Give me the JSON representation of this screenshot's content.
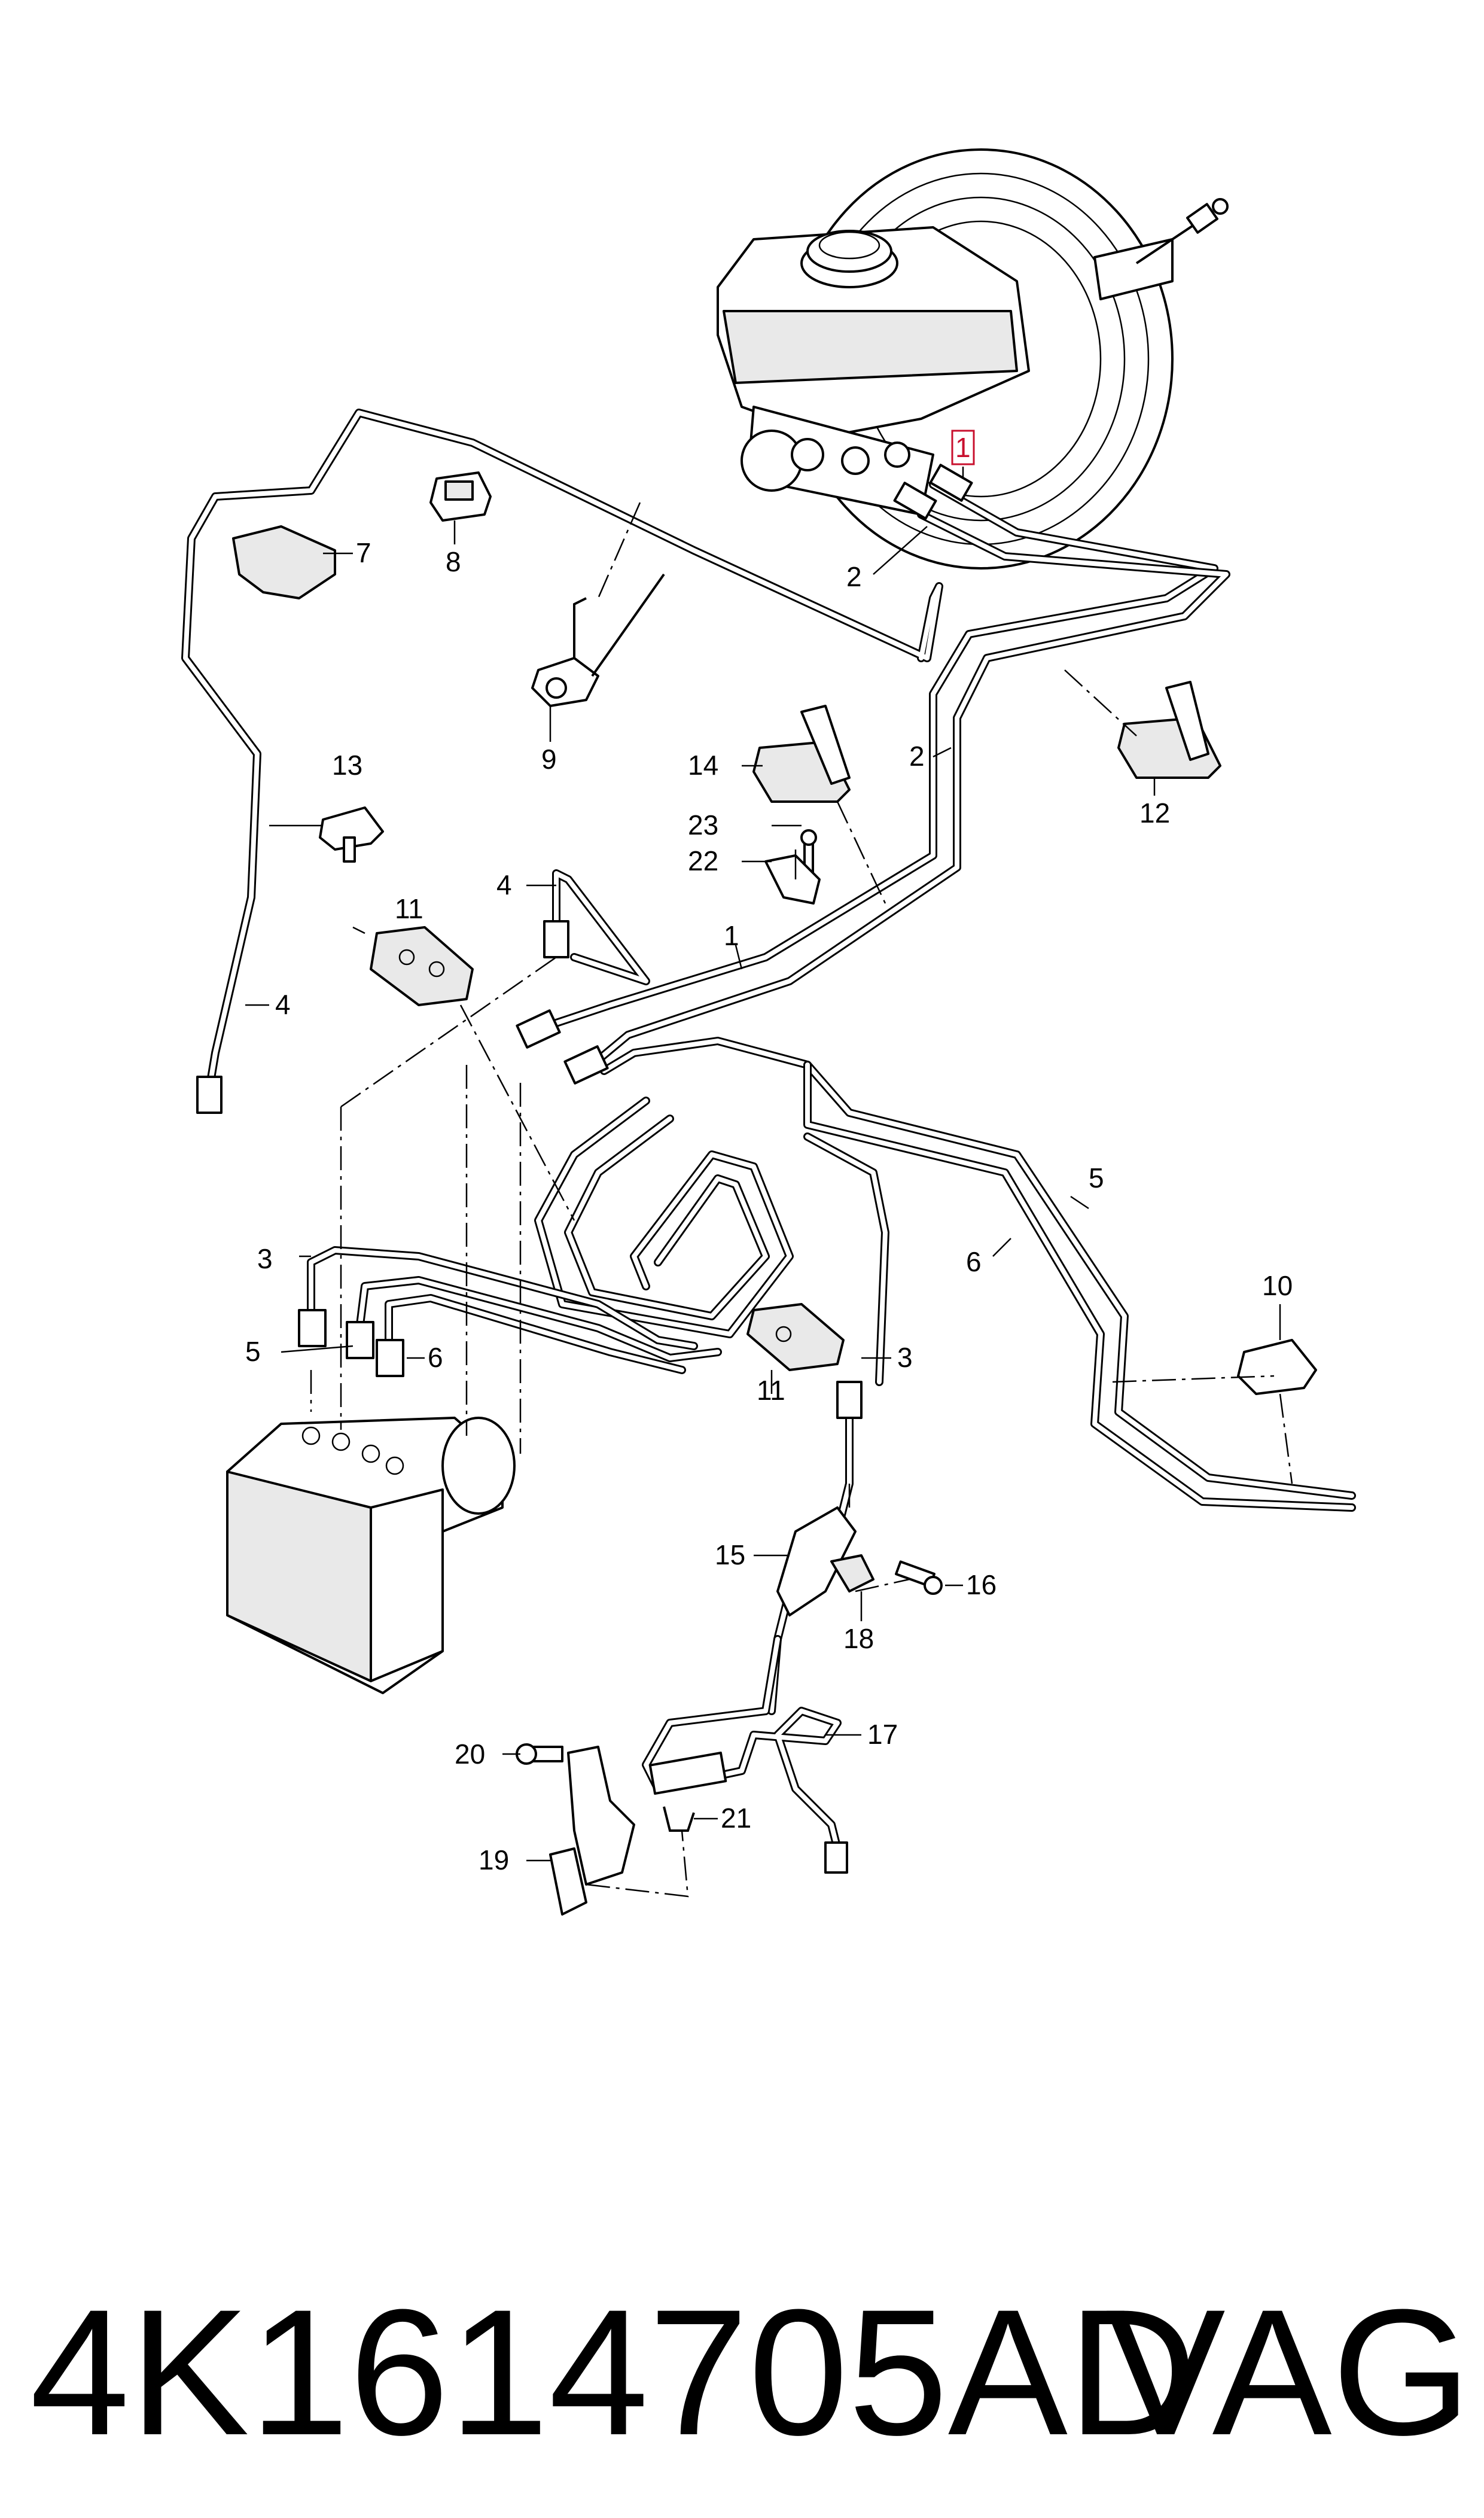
{
  "diagram": {
    "callouts": [
      {
        "id": "c1",
        "label": "1",
        "boxed": true
      },
      {
        "id": "c1b",
        "label": "1"
      },
      {
        "id": "c2a",
        "label": "2"
      },
      {
        "id": "c2b",
        "label": "2"
      },
      {
        "id": "c3a",
        "label": "3"
      },
      {
        "id": "c3b",
        "label": "3"
      },
      {
        "id": "c4a",
        "label": "4"
      },
      {
        "id": "c4b",
        "label": "4"
      },
      {
        "id": "c5a",
        "label": "5"
      },
      {
        "id": "c5b",
        "label": "5"
      },
      {
        "id": "c6a",
        "label": "6"
      },
      {
        "id": "c6b",
        "label": "6"
      },
      {
        "id": "c7",
        "label": "7"
      },
      {
        "id": "c8",
        "label": "8"
      },
      {
        "id": "c9",
        "label": "9"
      },
      {
        "id": "c10",
        "label": "10"
      },
      {
        "id": "c11a",
        "label": "11"
      },
      {
        "id": "c11b",
        "label": "11"
      },
      {
        "id": "c12",
        "label": "12"
      },
      {
        "id": "c13",
        "label": "13"
      },
      {
        "id": "c14",
        "label": "14"
      },
      {
        "id": "c15",
        "label": "15"
      },
      {
        "id": "c16",
        "label": "16"
      },
      {
        "id": "c17",
        "label": "17"
      },
      {
        "id": "c18",
        "label": "18"
      },
      {
        "id": "c19",
        "label": "19"
      },
      {
        "id": "c20",
        "label": "20"
      },
      {
        "id": "c21",
        "label": "21"
      },
      {
        "id": "c22",
        "label": "22"
      },
      {
        "id": "c23",
        "label": "23"
      }
    ]
  },
  "footer": {
    "part_number": "4K1614705AD",
    "brand": "VAG"
  },
  "colors": {
    "line": "#000000",
    "background": "#ffffff",
    "highlight_box": "#c8102e"
  }
}
